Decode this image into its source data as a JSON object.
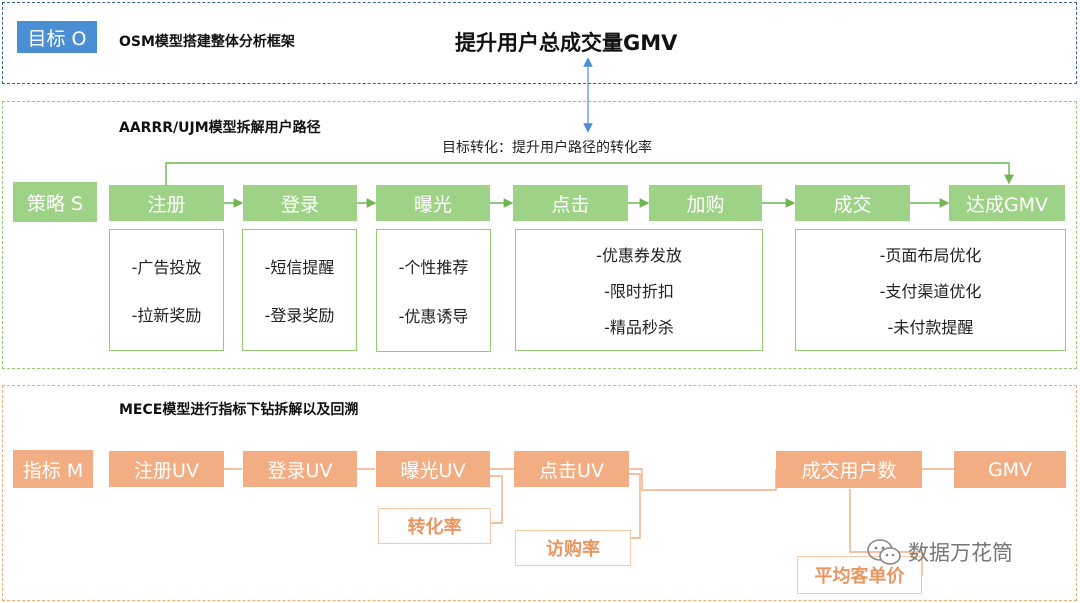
{
  "objective": {
    "tag": "目标 O",
    "caption": "OSM模型搭建整体分析框架",
    "goal": "提升用户总成交量GMV"
  },
  "strategy": {
    "tag": "策略 S",
    "caption": "AARRR/UJM模型拆解用户路径",
    "conversion_note": "目标转化：提升用户路径的转化率",
    "steps": [
      "注册",
      "登录",
      "曝光",
      "点击",
      "加购",
      "成交",
      "达成GMV"
    ],
    "tactics": {
      "register": [
        "-广告投放",
        "-拉新奖励"
      ],
      "login": [
        "-短信提醒",
        "-登录奖励"
      ],
      "exposure": [
        "-个性推荐",
        "-优惠诱导"
      ],
      "click_cart": [
        "-优惠券发放",
        "-限时折扣",
        "-精品秒杀"
      ],
      "deal": [
        "-页面布局优化",
        "-支付渠道优化",
        "-未付款提醒"
      ]
    }
  },
  "metrics": {
    "tag": "指标 M",
    "caption": "MECE模型进行指标下钻拆解以及回溯",
    "items": [
      "注册UV",
      "登录UV",
      "曝光UV",
      "点击UV",
      "成交用户数",
      "GMV"
    ],
    "sub_items": [
      "转化率",
      "访购率",
      "平均客单价"
    ]
  },
  "watermark": "数据万花筒",
  "colors": {
    "blue": "#4a8fd3",
    "green": "#9dd287",
    "orange": "#f2ad83"
  }
}
